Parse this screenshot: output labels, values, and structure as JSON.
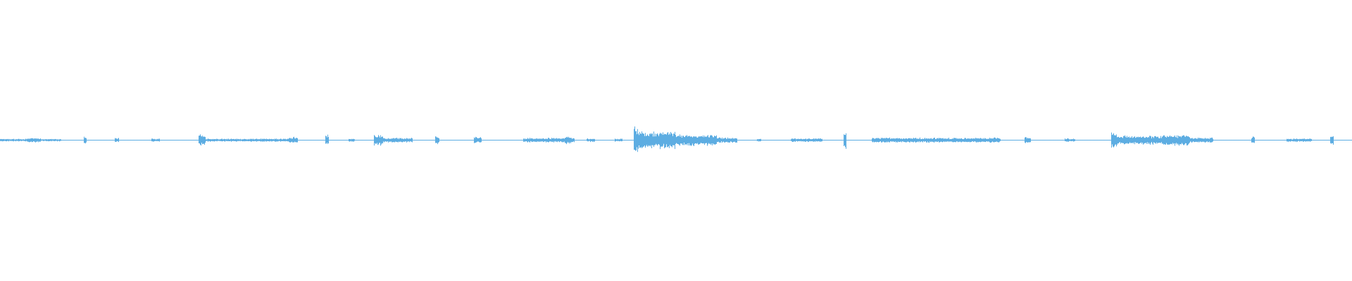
{
  "waveform": {
    "color": "#5dade2",
    "background": "#ffffff",
    "samples_count": 1920,
    "segments": [
      {
        "start": 0.0,
        "end": 0.045,
        "amp": 0.01
      },
      {
        "start": 0.02,
        "end": 0.03,
        "amp": 0.018
      },
      {
        "start": 0.062,
        "end": 0.064,
        "amp": 0.03
      },
      {
        "start": 0.085,
        "end": 0.088,
        "amp": 0.018
      },
      {
        "start": 0.112,
        "end": 0.118,
        "amp": 0.012
      },
      {
        "start": 0.147,
        "end": 0.152,
        "amp": 0.045
      },
      {
        "start": 0.15,
        "end": 0.215,
        "amp": 0.012
      },
      {
        "start": 0.214,
        "end": 0.22,
        "amp": 0.025
      },
      {
        "start": 0.241,
        "end": 0.243,
        "amp": 0.045
      },
      {
        "start": 0.258,
        "end": 0.262,
        "amp": 0.014
      },
      {
        "start": 0.277,
        "end": 0.283,
        "amp": 0.04
      },
      {
        "start": 0.283,
        "end": 0.305,
        "amp": 0.018
      },
      {
        "start": 0.322,
        "end": 0.325,
        "amp": 0.035
      },
      {
        "start": 0.351,
        "end": 0.356,
        "amp": 0.025
      },
      {
        "start": 0.387,
        "end": 0.425,
        "amp": 0.018
      },
      {
        "start": 0.418,
        "end": 0.422,
        "amp": 0.03
      },
      {
        "start": 0.434,
        "end": 0.44,
        "amp": 0.014
      },
      {
        "start": 0.455,
        "end": 0.46,
        "amp": 0.012
      },
      {
        "start": 0.469,
        "end": 0.472,
        "amp": 0.11
      },
      {
        "start": 0.472,
        "end": 0.5,
        "amp": 0.07
      },
      {
        "start": 0.5,
        "end": 0.53,
        "amp": 0.045
      },
      {
        "start": 0.53,
        "end": 0.545,
        "amp": 0.02
      },
      {
        "start": 0.56,
        "end": 0.563,
        "amp": 0.012
      },
      {
        "start": 0.585,
        "end": 0.608,
        "amp": 0.014
      },
      {
        "start": 0.624,
        "end": 0.626,
        "amp": 0.085
      },
      {
        "start": 0.645,
        "end": 0.74,
        "amp": 0.02
      },
      {
        "start": 0.758,
        "end": 0.762,
        "amp": 0.025
      },
      {
        "start": 0.788,
        "end": 0.795,
        "amp": 0.014
      },
      {
        "start": 0.822,
        "end": 0.826,
        "amp": 0.07
      },
      {
        "start": 0.826,
        "end": 0.86,
        "amp": 0.035
      },
      {
        "start": 0.86,
        "end": 0.88,
        "amp": 0.045
      },
      {
        "start": 0.88,
        "end": 0.897,
        "amp": 0.02
      },
      {
        "start": 0.926,
        "end": 0.928,
        "amp": 0.03
      },
      {
        "start": 0.952,
        "end": 0.97,
        "amp": 0.014
      },
      {
        "start": 0.984,
        "end": 0.986,
        "amp": 0.04
      }
    ]
  }
}
